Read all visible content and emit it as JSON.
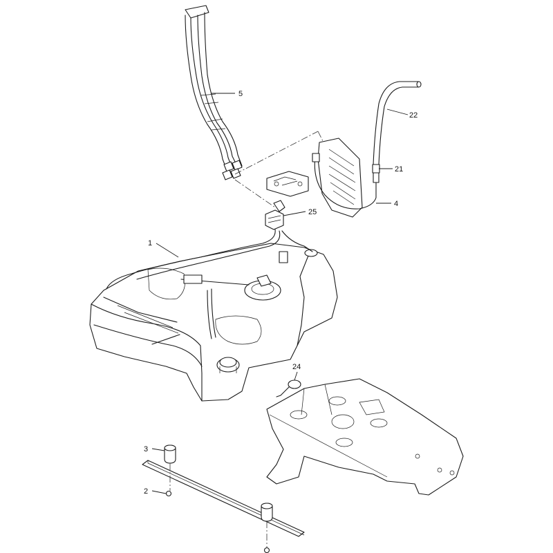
{
  "callouts": {
    "c1": "1",
    "c2": "2",
    "c3": "3",
    "c4": "4",
    "c5": "5",
    "c21": "21",
    "c22": "22",
    "c24": "24",
    "c25": "25"
  },
  "colors": {
    "line": "#1a1a1a",
    "background": "#ffffff"
  }
}
